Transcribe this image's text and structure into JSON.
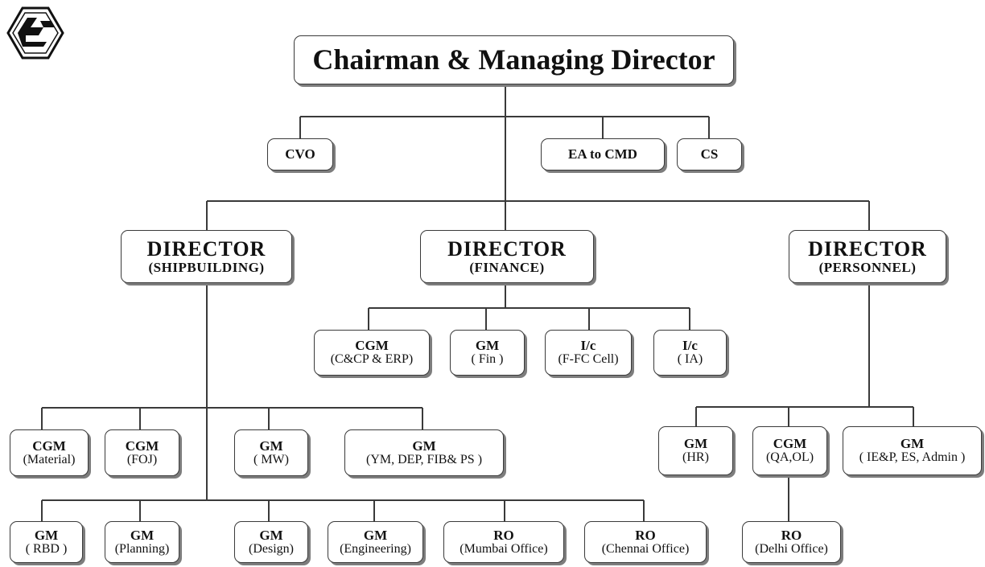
{
  "org": {
    "cmd": {
      "title": "Chairman & Managing Director"
    },
    "cvo": {
      "title": "CVO"
    },
    "ea": {
      "title": "EA to CMD"
    },
    "cs": {
      "title": "CS"
    },
    "dir_sb": {
      "title": "DIRECTOR",
      "sub": "(SHIPBUILDING)"
    },
    "dir_fin": {
      "title": "DIRECTOR",
      "sub": "(FINANCE)"
    },
    "dir_per": {
      "title": "DIRECTOR",
      "sub": "(PERSONNEL)"
    },
    "fin_cgm": {
      "title": "CGM",
      "sub": "(C&CP & ERP)"
    },
    "fin_gm": {
      "title": "GM",
      "sub": "( Fin )"
    },
    "fin_ic1": {
      "title": "I/c",
      "sub": "(F-FC Cell)"
    },
    "fin_ic2": {
      "title": "I/c",
      "sub": "( IA)"
    },
    "sb_cgm_mat": {
      "title": "CGM",
      "sub": "(Material)"
    },
    "sb_cgm_foj": {
      "title": "CGM",
      "sub": "(FOJ)"
    },
    "sb_gm_mw": {
      "title": "GM",
      "sub": "( MW)"
    },
    "sb_gm_ym": {
      "title": "GM",
      "sub": "(YM, DEP, FIB& PS )"
    },
    "sb_gm_rbd": {
      "title": "GM",
      "sub": "( RBD )"
    },
    "sb_gm_plan": {
      "title": "GM",
      "sub": "(Planning)"
    },
    "sb_gm_design": {
      "title": "GM",
      "sub": "(Design)"
    },
    "sb_gm_eng": {
      "title": "GM",
      "sub": "(Engineering)"
    },
    "sb_ro_mum": {
      "title": "RO",
      "sub": "(Mumbai Office)"
    },
    "sb_ro_che": {
      "title": "RO",
      "sub": "(Chennai Office)"
    },
    "per_gm_hr": {
      "title": "GM",
      "sub": "(HR)"
    },
    "per_cgm_qa": {
      "title": "CGM",
      "sub": "(QA,OL)"
    },
    "per_gm_ie": {
      "title": "GM",
      "sub": "( IE&P, ES, Admin )"
    },
    "per_ro_del": {
      "title": "RO",
      "sub": "(Delhi Office)"
    }
  },
  "colors": {
    "line": "#3a3a3a",
    "shadow": "#7d7d7d",
    "box_fill": "#ffffff"
  },
  "logo": {
    "icon": "company-logo-icon"
  }
}
